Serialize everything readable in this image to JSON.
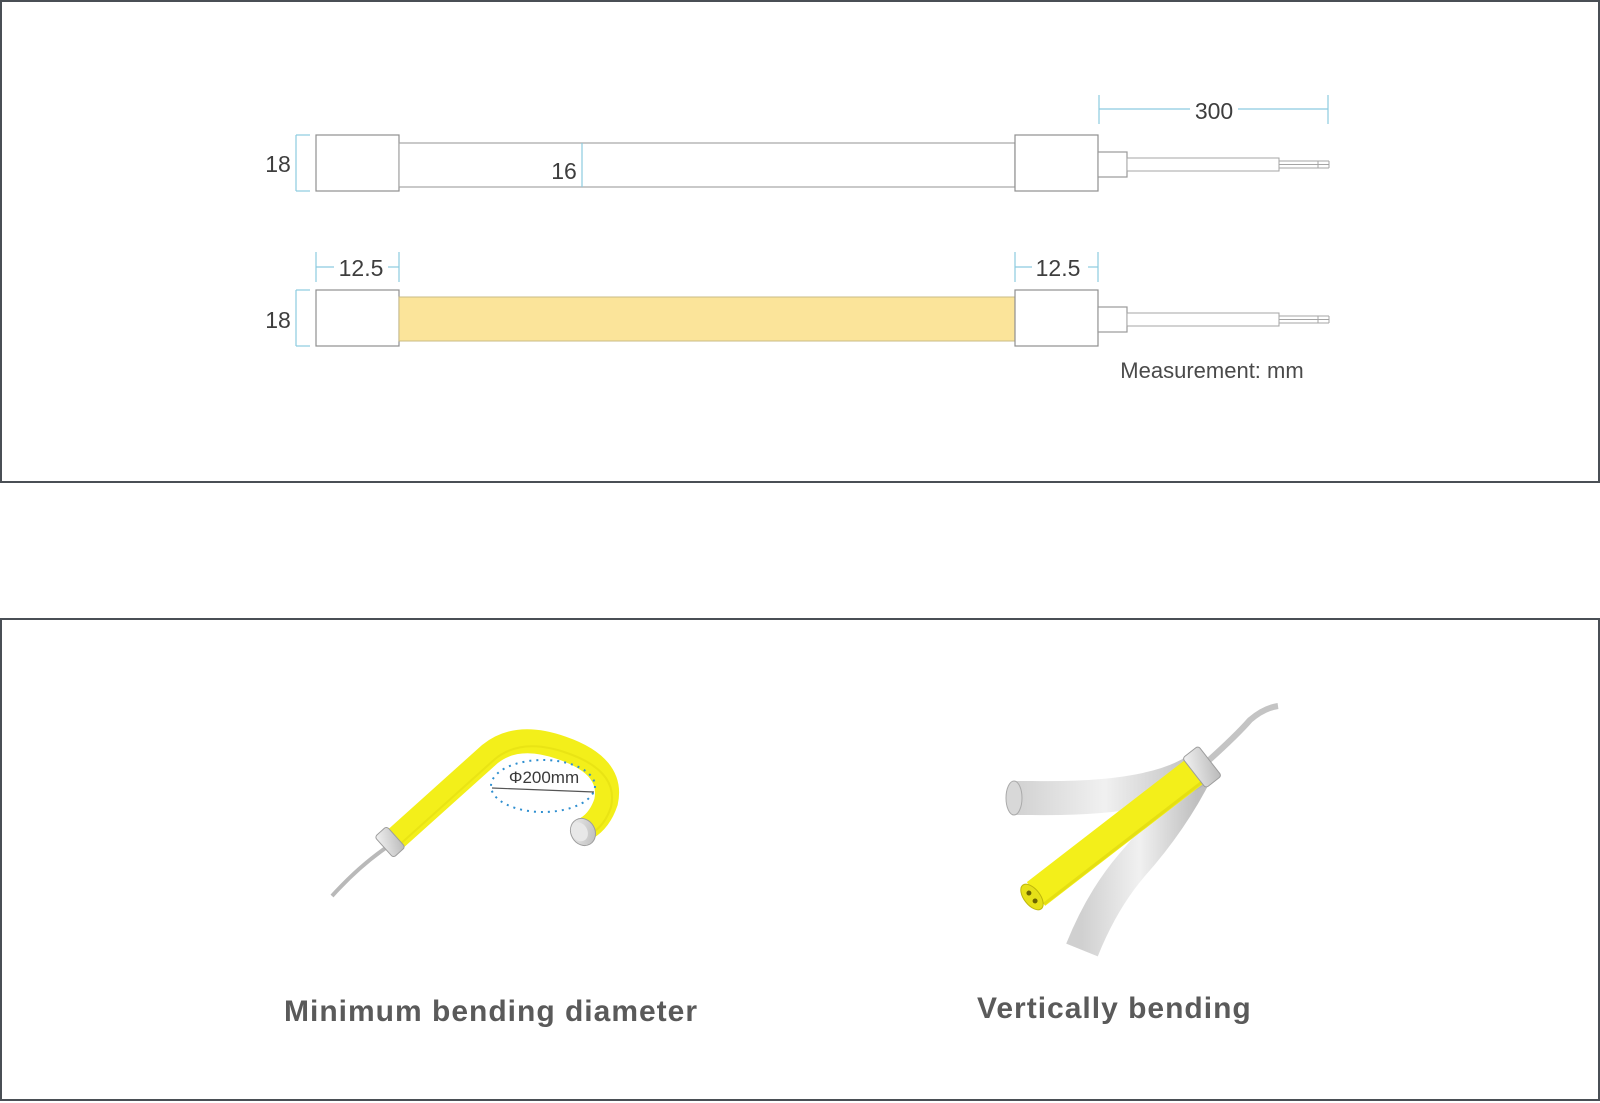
{
  "dimension_drawing": {
    "top_view": {
      "height_label": "18",
      "body_height_label": "16",
      "cable_length_label": "300"
    },
    "lit_view": {
      "height_label": "18",
      "left_cap_label": "12.5",
      "right_cap_label": "12.5",
      "lit_color": "#fbe49a"
    },
    "unit_note": "Measurement: mm"
  },
  "bending": {
    "min_diameter": {
      "annotation": "Φ200mm",
      "caption": "Minimum bending diameter"
    },
    "vertical": {
      "caption": "Vertically bending"
    }
  },
  "colors": {
    "frame": "#4a4f55",
    "dimension_line": "#8ccbe0",
    "outline": "#9a9a9a",
    "neon_yellow": "#f3ef1a",
    "caption_text": "#5a5a5a"
  }
}
